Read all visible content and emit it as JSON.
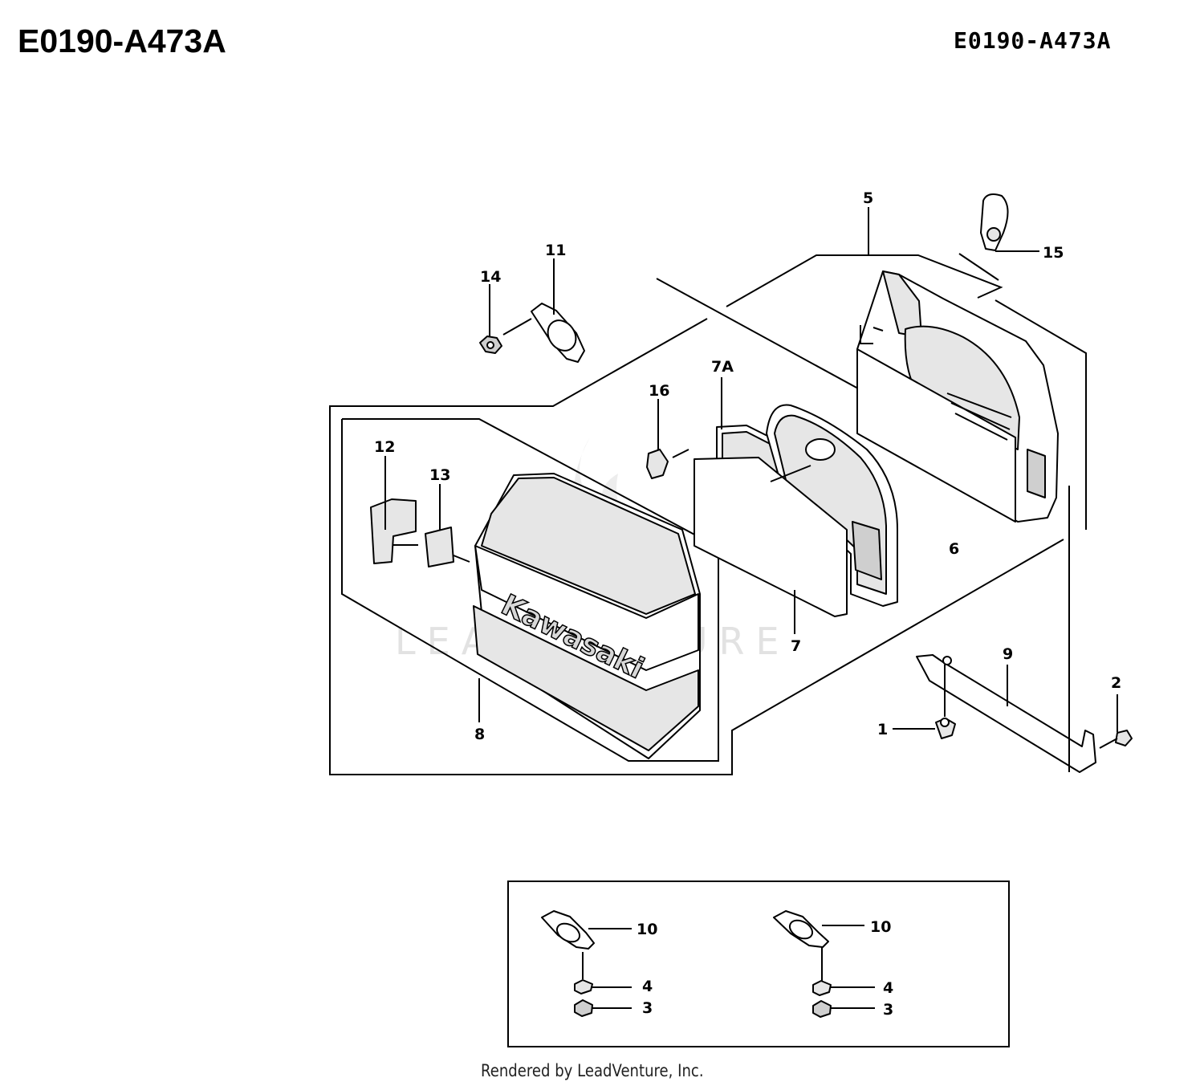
{
  "header": {
    "title_left": "E0190-A473A",
    "title_right": "E0190-A473A"
  },
  "watermark": "LEADVENTURE",
  "brand_text": "Kawasaki",
  "callouts": [
    "1",
    "2",
    "3",
    "4",
    "5",
    "6",
    "7",
    "7A",
    "8",
    "9",
    "10",
    "11",
    "12",
    "13",
    "14",
    "15",
    "16"
  ],
  "inset": {
    "left_group": [
      "10",
      "4",
      "3"
    ],
    "right_group": [
      "10",
      "4",
      "3"
    ]
  },
  "footer": "Rendered by LeadVenture, Inc."
}
